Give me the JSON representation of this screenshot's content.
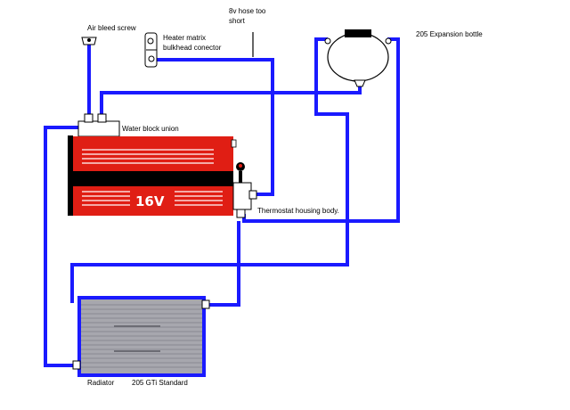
{
  "labels": {
    "air_bleed_screw": "Air bleed screw",
    "heater_matrix_line1": "Heater matrix",
    "heater_matrix_line2": "bulkhead conector",
    "hose_note_line1": "8v hose too",
    "hose_note_line2": "short",
    "expansion_bottle": "205 Expansion bottle",
    "water_block_union": "Water block union",
    "thermostat_housing": "Thermostat housing body.",
    "radiator": "Radiator",
    "radiator_type": "205 GTi Standard"
  },
  "engine": {
    "badge": "16V"
  },
  "colors": {
    "hose": "#1a1aff",
    "engine_red": "#e01e14",
    "engine_black": "#000000",
    "radiator_fill": "#a7a7ae",
    "radiator_border": "#1a1aff",
    "bottle_fill": "#ffffff"
  }
}
